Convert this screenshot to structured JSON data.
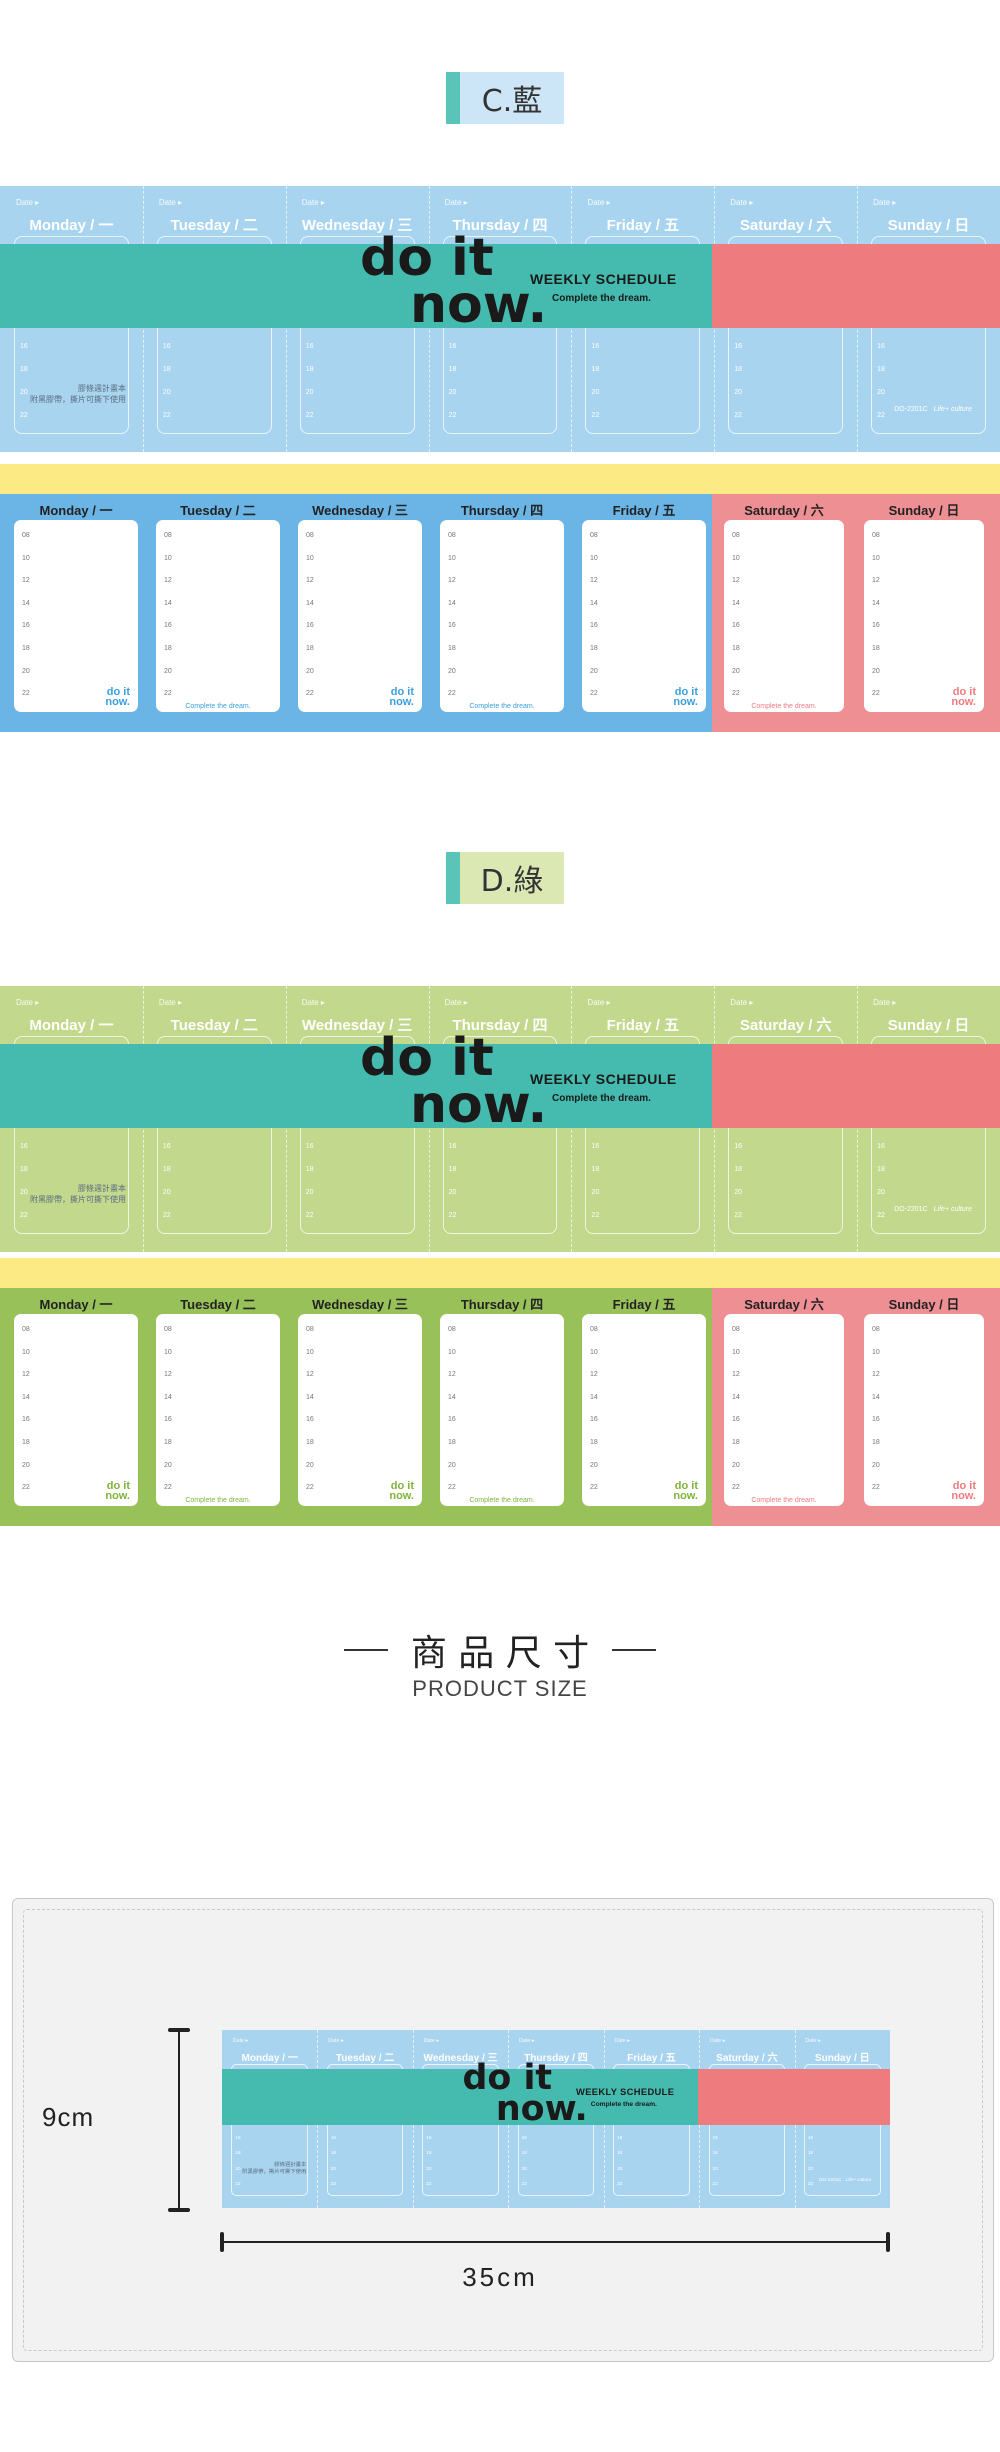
{
  "sections": [
    {
      "label": "C.藍",
      "bar_color": "#5bc4b9",
      "bg_color": "#cde6f7"
    },
    {
      "label": "D.綠",
      "bar_color": "#5bc4b9",
      "bg_color": "#dbe8b4"
    }
  ],
  "strip": {
    "date_label": "Date ▸",
    "days": [
      "Monday / 一",
      "Tuesday / 二",
      "Wednesday / 三",
      "Thursday / 四",
      "Friday / 五",
      "Saturday / 六",
      "Sunday / 日"
    ],
    "hours": [
      "08",
      "10",
      "12",
      "14",
      "16",
      "18",
      "20",
      "22"
    ],
    "logo_line1": "do it",
    "logo_line2": "now.",
    "weekly_schedule": "WEEKLY SCHEDULE",
    "tagline": "Complete the dream.",
    "note_line1": "膠條週計畫本",
    "note_line2": "附黑膠帶，撕片可撕下使用",
    "product_code": "DO-2201C",
    "brand": "Life+ culture"
  },
  "planner": {
    "footer": "Complete the dream.",
    "mini_logo_line1": "do it",
    "mini_logo_line2": "now."
  },
  "colors": {
    "blue_strip": "#a9d4f0",
    "blue_panel": "#6ab4e6",
    "green_strip": "#c2d88c",
    "green_panel": "#98c15a",
    "teal": "#45bbb0",
    "red": "#ee7b7e",
    "pink_panel": "#ee8f94",
    "yellow": "#fcea84"
  },
  "product_size": {
    "title_cn": "商 品 尺 寸",
    "title_en": "PRODUCT SIZE",
    "height": "9cm",
    "width": "35cm"
  }
}
